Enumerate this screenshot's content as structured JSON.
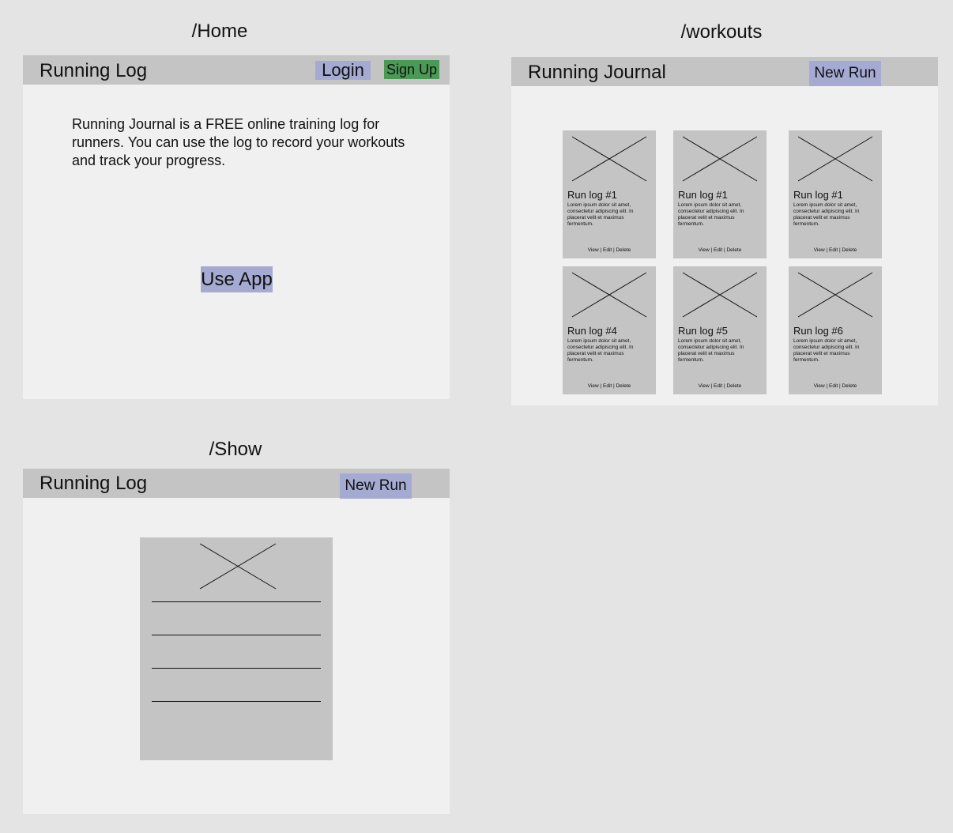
{
  "home": {
    "route": "/Home",
    "brand": "Running Log",
    "login": "Login",
    "signup": "Sign Up",
    "intro": "Running Journal is a FREE online training log for runners. You can use the log to record your workouts and track your progress.",
    "use_app": "Use App"
  },
  "workouts": {
    "route": "/workouts",
    "brand": "Running Journal",
    "new_run": "New Run",
    "cards": [
      {
        "title": "Run log #1",
        "body": "Lorem ipsum dolor sit amet, consectetur adipiscing elit. In placerat velit et maximus fermentum.",
        "actions": "View | Edit | Delete"
      },
      {
        "title": "Run log #1",
        "body": "Lorem ipsum dolor sit amet, consectetur adipiscing elit. In placerat velit et maximus fermentum.",
        "actions": "View | Edit | Delete"
      },
      {
        "title": "Run log #1",
        "body": "Lorem ipsum dolor sit amet, consectetur adipiscing elit. In placerat velit et maximus fermentum.",
        "actions": "View | Edit | Delete"
      },
      {
        "title": "Run log #4",
        "body": "Lorem ipsum dolor sit amet, consectetur adipiscing elit. In placerat velit et maximus fermentum.",
        "actions": "View | Edit | Delete"
      },
      {
        "title": "Run log #5",
        "body": "Lorem ipsum dolor sit amet, consectetur adipiscing elit. In placerat velit et maximus fermentum.",
        "actions": "View | Edit | Delete"
      },
      {
        "title": "Run log #6",
        "body": "Lorem ipsum dolor sit amet, consectetur adipiscing elit. In placerat velit et maximus fermentum.",
        "actions": "View | Edit | Delete"
      }
    ]
  },
  "show": {
    "route": "/Show",
    "brand": "Running Log",
    "new_run": "New Run"
  },
  "colors": {
    "background": "#e4e4e4",
    "frame": "#f0f0f0",
    "navbar": "#c4c4c4",
    "primary_button": "#a5aad3",
    "signup_button": "#4a9a55"
  }
}
